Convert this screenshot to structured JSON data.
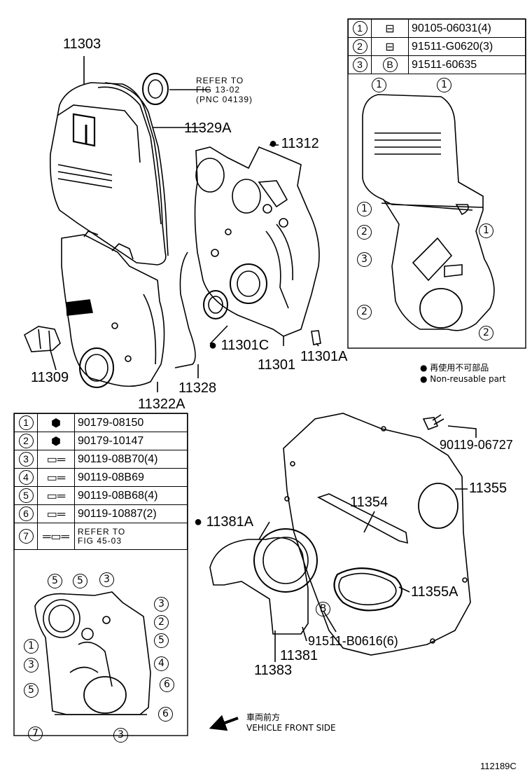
{
  "labels": {
    "p11303": "11303",
    "p11329A": "11329A",
    "refer1": "REFER TO",
    "fig1": "FIG 13-02",
    "pnc1": "(PNC 04139)",
    "p11312": "11312",
    "p11309": "11309",
    "p11301C": "11301C",
    "p11301": "11301",
    "p11301A": "11301A",
    "p11328": "11328",
    "p11322A": "11322A",
    "p90119_06727": "90119-06727",
    "p11355": "11355",
    "p11354": "11354",
    "p11381A": "11381A",
    "p11355A": "11355A",
    "p91511_B0616": "91511-B0616(6)",
    "p11381": "11381",
    "p11383": "11383",
    "direction_jp": "車両前方",
    "direction_en": "VEHICLE FRONT SIDE",
    "figure_code": "112189C"
  },
  "legend": {
    "jp": "再使用不可部品",
    "en": "Non-reusable part"
  },
  "top_table": [
    {
      "num": "1",
      "part": "90105-06031(4)",
      "icon": "bolt-icon"
    },
    {
      "num": "2",
      "part": "91511-G0620(3)",
      "icon": "bolt-icon"
    },
    {
      "num": "3",
      "part": "91511-60635",
      "icon": "letter-b-icon",
      "icon_text": "B"
    }
  ],
  "left_table": [
    {
      "num": "1",
      "part": "90179-08150",
      "icon": "nut-icon"
    },
    {
      "num": "2",
      "part": "90179-10147",
      "icon": "nut-icon"
    },
    {
      "num": "3",
      "part": "90119-08B70(4)",
      "icon": "bolt-icon"
    },
    {
      "num": "4",
      "part": "90119-08B69",
      "icon": "bolt-icon"
    },
    {
      "num": "5",
      "part": "90119-08B68(4)",
      "icon": "bolt-icon"
    },
    {
      "num": "6",
      "part": "90119-10887(2)",
      "icon": "bolt-icon"
    },
    {
      "num": "7",
      "part_line1": "REFER TO",
      "part_line2": "FIG 45-03",
      "icon": "stud-icon"
    }
  ],
  "callouts_top_right": [
    "1",
    "1",
    "1",
    "1",
    "2",
    "3",
    "2",
    "2"
  ],
  "callouts_left": [
    "5",
    "5",
    "3",
    "3",
    "2",
    "5",
    "1",
    "3",
    "4",
    "5",
    "6",
    "6",
    "7",
    "3"
  ],
  "callout_b": "B"
}
